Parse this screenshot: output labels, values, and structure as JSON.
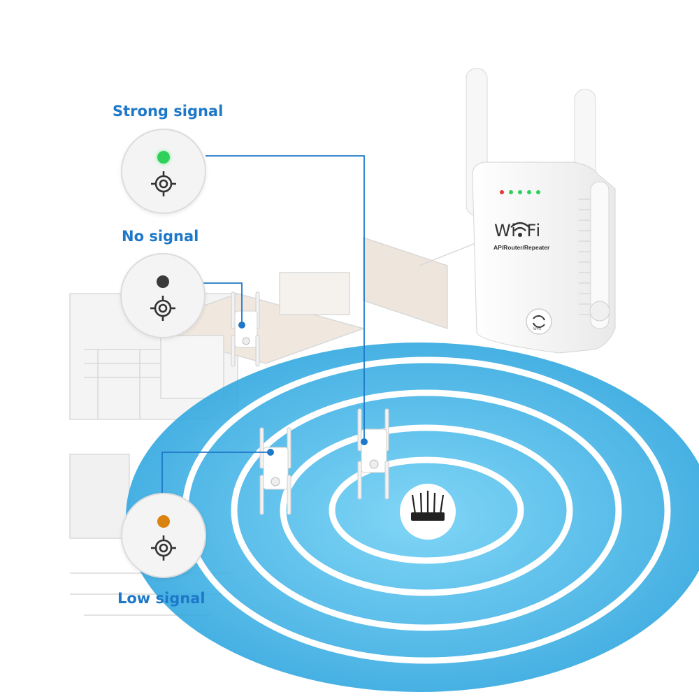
{
  "labels": {
    "strong": "Strong signal",
    "none": "No signal",
    "low": "Low signal"
  },
  "device_text": {
    "wifi_logo": "Wi Fi",
    "subtitle": "AP/Router/Repeater",
    "wps": "WPS"
  },
  "colors": {
    "strong": "#2fd15a",
    "none": "#3a3a3a",
    "low": "#d98410",
    "label": "#1e78c8",
    "coverage": "#33b3e8",
    "connector": "#1e78c8"
  },
  "icons": [
    "signal-dot",
    "crosshair-target-icon",
    "wifi-repeater",
    "router-icon",
    "wifi-icon",
    "wps-icon"
  ]
}
